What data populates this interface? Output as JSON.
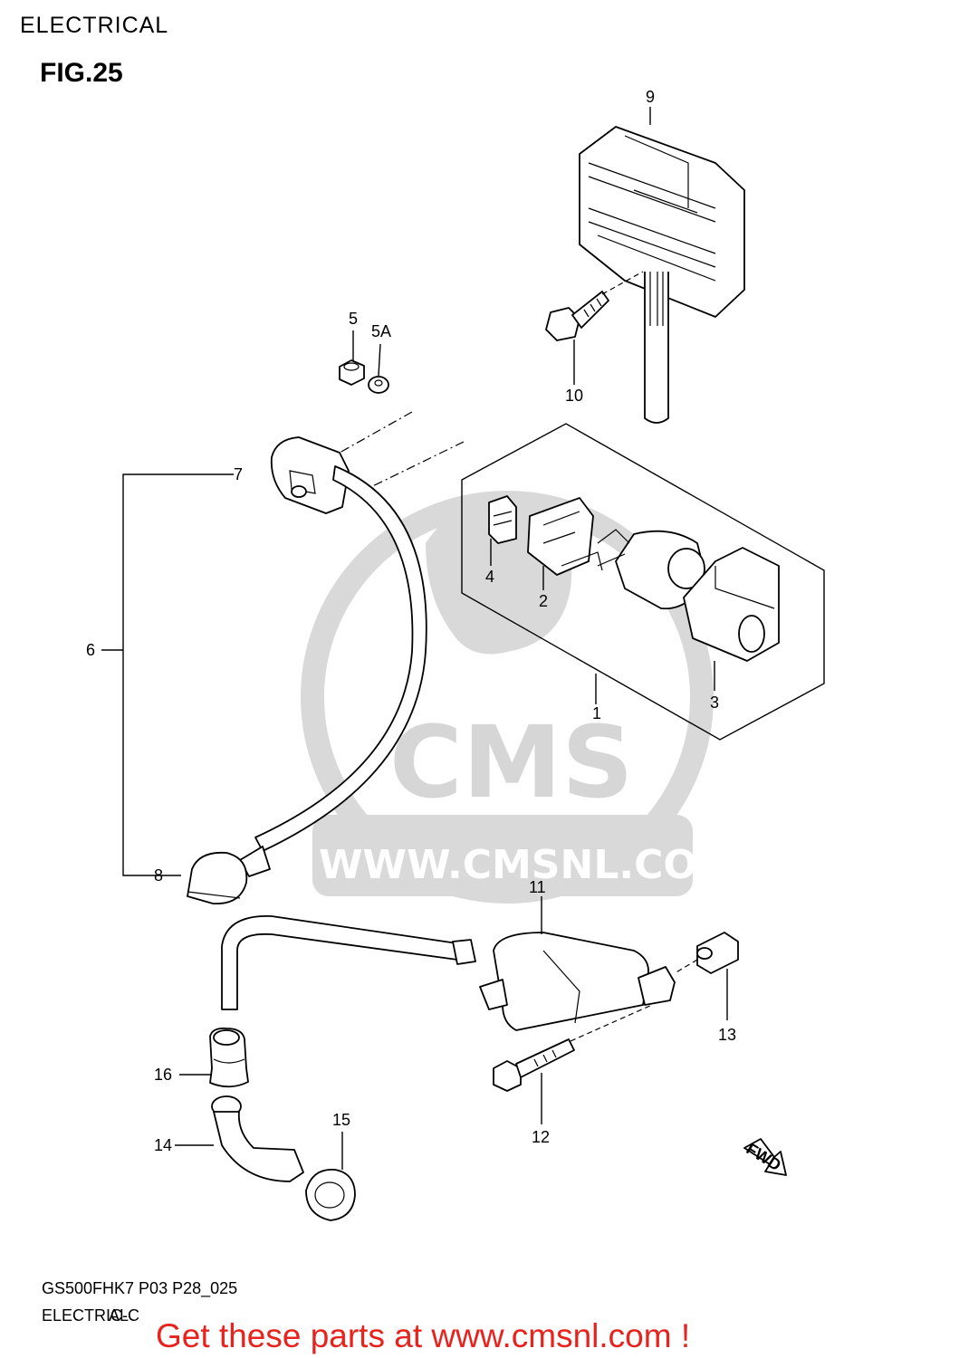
{
  "header": {
    "section": "ELECTRICAL",
    "figure": "FIG.25"
  },
  "watermark": {
    "brand": "CMS",
    "url": "WWW.CMSNL.COM"
  },
  "parts": [
    {
      "ref": "1"
    },
    {
      "ref": "2"
    },
    {
      "ref": "3"
    },
    {
      "ref": "4"
    },
    {
      "ref": "5"
    },
    {
      "ref": "5A"
    },
    {
      "ref": "6"
    },
    {
      "ref": "7"
    },
    {
      "ref": "8"
    },
    {
      "ref": "9"
    },
    {
      "ref": "10"
    },
    {
      "ref": "11"
    },
    {
      "ref": "12"
    },
    {
      "ref": "13"
    },
    {
      "ref": "14"
    },
    {
      "ref": "15"
    },
    {
      "ref": "16"
    }
  ],
  "direction_badge": "FWD",
  "footer": {
    "model_code": "GS500FHK7 P03 P28_025",
    "group_a": "ELECTRIC-C",
    "group_b": "AL"
  },
  "cta": "Get these parts at www.cmsnl.com !",
  "colors": {
    "cta": "#e8231e",
    "watermark": "#d9d9d9",
    "line": "#000000"
  }
}
